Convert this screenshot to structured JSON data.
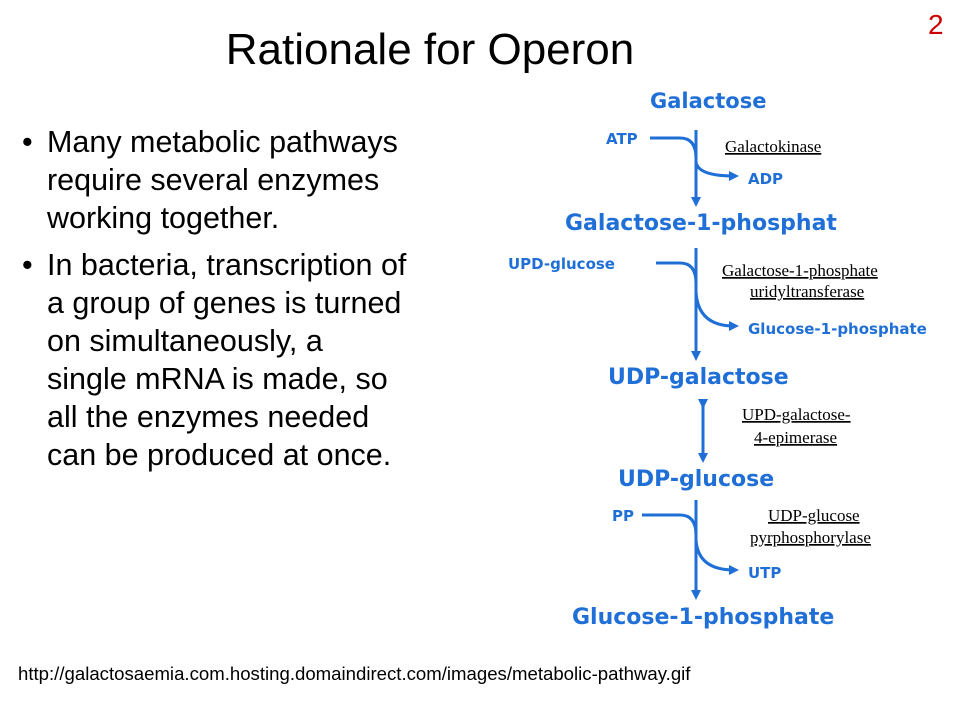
{
  "slide": {
    "title": "Rationale for Operon",
    "page_number": "2",
    "bullets": [
      {
        "lines": [
          "Many metabolic pathways",
          "require several enzymes",
          "working together."
        ]
      },
      {
        "lines": [
          "In bacteria, transcription of",
          "a group of genes is turned",
          "on simultaneously, a",
          "single mRNA is made, so",
          "all the enzymes needed",
          "can be produced at once."
        ]
      }
    ],
    "bullet_glyph": "•",
    "source": "http://galactosaemia.com.hosting.domaindirect.com/images/metabolic-pathway.gif"
  },
  "diagram": {
    "colors": {
      "metabolite": "#1f6fd6",
      "arrow": "#1f6fd6",
      "enzyme_text": "#000000"
    },
    "metabolites": {
      "galactose": "Galactose",
      "galactose_1_phosphat": "Galactose-1-phosphat",
      "udp_galactose": "UDP-galactose",
      "udp_glucose": "UDP-glucose",
      "glucose_1_phosphate_final": "Glucose-1-phosphate"
    },
    "cosubstrates": {
      "atp": "ATP",
      "adp": "ADP",
      "upd_glucose": "UPD-glucose",
      "glucose_1_phosphate_side": "Glucose-1-phosphate",
      "pp": "PP",
      "utp": "UTP"
    },
    "enzymes": {
      "galactokinase": [
        "Galactokinase"
      ],
      "transferase": [
        "Galactose-1-phosphate",
        "uridyltransferase"
      ],
      "epimerase": [
        "UPD-galactose-",
        "4-epimerase"
      ],
      "pyrophosphorylase": [
        "UDP-glucose",
        "pyrphosphorylase"
      ]
    }
  }
}
